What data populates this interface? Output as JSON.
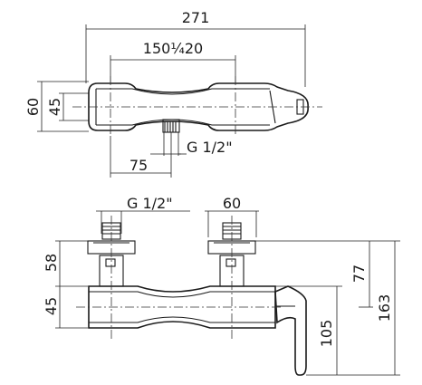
{
  "dimensions": {
    "overall_width": "271",
    "inlet_spacing": "150¼20",
    "body_depth": "60",
    "body_depth_inner": "45",
    "outlet_offset": "75",
    "outlet_thread": "G 1/2\"",
    "inlet_thread": "G 1/2\"",
    "inlet_flange": "60",
    "inlet_height": "58",
    "body_height": "45",
    "lever_height": "77",
    "total_height": "163",
    "lever_drop": "105"
  }
}
